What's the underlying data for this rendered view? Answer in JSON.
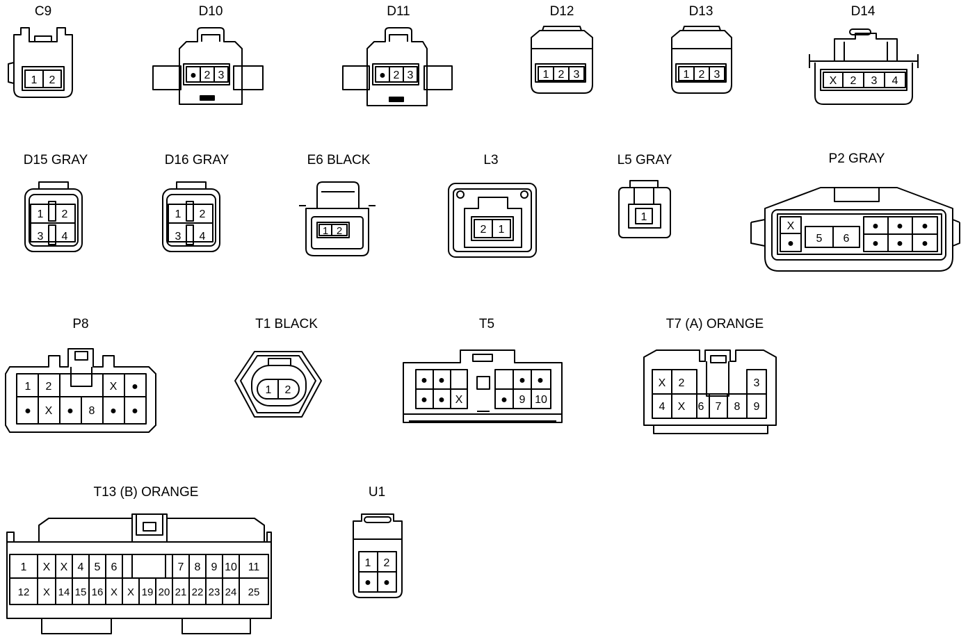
{
  "connectors": {
    "c9": {
      "title": "C9",
      "pins": [
        "1",
        "2"
      ]
    },
    "d10": {
      "title": "D10",
      "pins": [
        "●",
        "2",
        "3"
      ]
    },
    "d11": {
      "title": "D11",
      "pins": [
        "●",
        "2",
        "3"
      ]
    },
    "d12": {
      "title": "D12",
      "pins": [
        "1",
        "2",
        "3"
      ]
    },
    "d13": {
      "title": "D13",
      "pins": [
        "1",
        "2",
        "3"
      ]
    },
    "d14": {
      "title": "D14",
      "pins": [
        "X",
        "2",
        "3",
        "4"
      ]
    },
    "d15": {
      "title": "D15  GRAY",
      "pins": [
        "1",
        "2",
        "3",
        "4"
      ]
    },
    "d16": {
      "title": "D16  GRAY",
      "pins": [
        "1",
        "2",
        "3",
        "4"
      ]
    },
    "e6": {
      "title": "E6  BLACK",
      "pins": [
        "1",
        "2"
      ]
    },
    "l3": {
      "title": "L3",
      "pins": [
        "2",
        "1"
      ]
    },
    "l5": {
      "title": "L5  GRAY",
      "pins": [
        "1"
      ]
    },
    "p2": {
      "title": "P2  GRAY",
      "pins": [
        "X",
        "●",
        "5",
        "6",
        "●",
        "●",
        "●",
        "●",
        "●",
        "●"
      ]
    },
    "p8": {
      "title": "P8",
      "pins": [
        "1",
        "2",
        "X",
        "●",
        "●",
        "X",
        "●",
        "8",
        "●",
        "●"
      ]
    },
    "t1": {
      "title": "T1  BLACK",
      "pins": [
        "1",
        "2"
      ]
    },
    "t5": {
      "title": "T5",
      "pins": [
        "●",
        "●",
        "●",
        "●",
        "●",
        "●",
        "X",
        "●",
        "9",
        "10",
        "●",
        "●"
      ]
    },
    "t7a": {
      "title": "T7 (A)  ORANGE",
      "pins": [
        "X",
        "2",
        "3",
        "4",
        "X",
        "6",
        "7",
        "8",
        "9"
      ]
    },
    "t13b": {
      "title": "T13 (B)  ORANGE",
      "row1": [
        "1",
        "X",
        "X",
        "4",
        "5",
        "6",
        "7",
        "8",
        "9",
        "10",
        "11"
      ],
      "row2": [
        "12",
        "X",
        "14",
        "15",
        "16",
        "X",
        "X",
        "19",
        "20",
        "21",
        "22",
        "23",
        "24",
        "25"
      ]
    },
    "u1": {
      "title": "U1",
      "pins": [
        "1",
        "2",
        "●",
        "●"
      ]
    }
  }
}
